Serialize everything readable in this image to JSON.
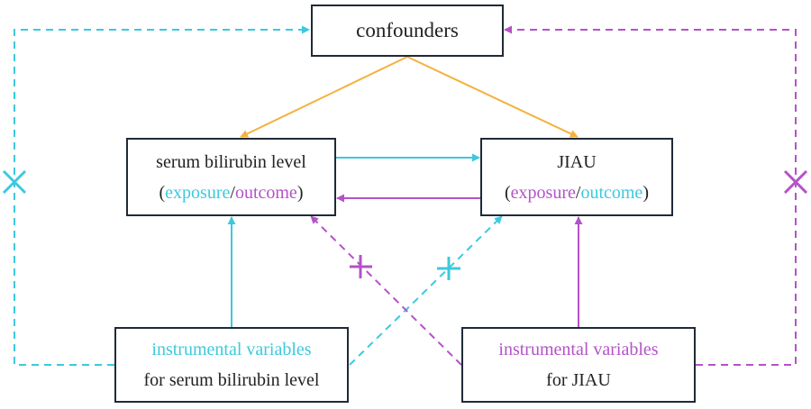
{
  "colors": {
    "cyan": "#3cc9dd",
    "purple": "#b452c8",
    "orange": "#f5b13d",
    "box_border": "#1f2a36",
    "text": "#222222"
  },
  "nodes": {
    "confounders": {
      "label": "confounders"
    },
    "bilirubin": {
      "title": "serum bilirubin level",
      "open": "(",
      "exposure": "exposure",
      "slash": "/",
      "outcome": "outcome",
      "close": ")"
    },
    "jiau": {
      "title": "JIAU",
      "open": "(",
      "exposure": "exposure",
      "slash": "/",
      "outcome": "outcome",
      "close": ")"
    },
    "iv_bilirubin": {
      "line1": "instrumental variables",
      "line2": "for serum bilirubin level"
    },
    "iv_jiau": {
      "line1": "instrumental variables",
      "line2": "for JIAU"
    }
  },
  "edges": [
    {
      "from": "confounders",
      "to": "bilirubin",
      "color": "orange",
      "style": "solid",
      "blocked": false
    },
    {
      "from": "confounders",
      "to": "jiau",
      "color": "orange",
      "style": "solid",
      "blocked": false
    },
    {
      "from": "bilirubin",
      "to": "jiau",
      "color": "cyan",
      "style": "solid",
      "blocked": false
    },
    {
      "from": "jiau",
      "to": "bilirubin",
      "color": "purple",
      "style": "solid",
      "blocked": false
    },
    {
      "from": "iv_bilirubin",
      "to": "bilirubin",
      "color": "cyan",
      "style": "solid",
      "blocked": false
    },
    {
      "from": "iv_jiau",
      "to": "jiau",
      "color": "purple",
      "style": "solid",
      "blocked": false
    },
    {
      "from": "iv_bilirubin",
      "to": "jiau",
      "color": "cyan",
      "style": "dashed",
      "blocked": true
    },
    {
      "from": "iv_jiau",
      "to": "bilirubin",
      "color": "purple",
      "style": "dashed",
      "blocked": true
    },
    {
      "from": "iv_bilirubin",
      "to": "confounders",
      "color": "cyan",
      "style": "dashed",
      "blocked": true
    },
    {
      "from": "iv_jiau",
      "to": "confounders",
      "color": "purple",
      "style": "dashed",
      "blocked": true
    }
  ]
}
